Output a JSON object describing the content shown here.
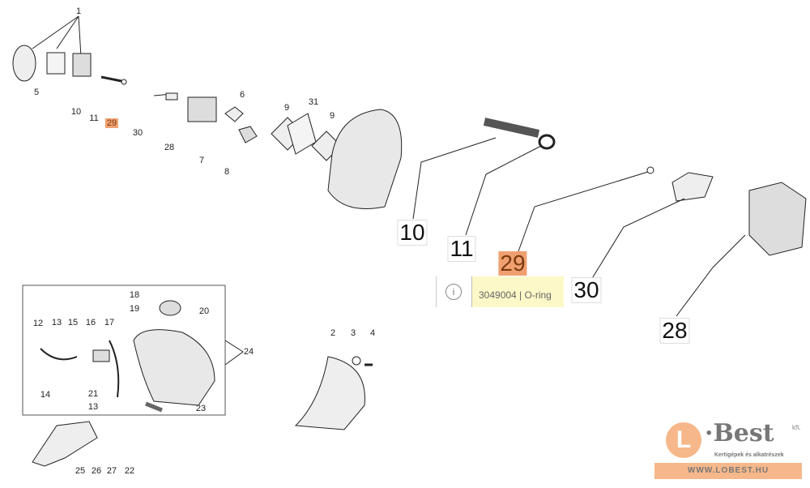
{
  "small_callouts": [
    "1",
    "5",
    "10",
    "11",
    "29",
    "30",
    "28",
    "6",
    "7",
    "8",
    "9",
    "31",
    "9"
  ],
  "large_callouts": [
    "10",
    "11",
    "29",
    "30",
    "28"
  ],
  "fuel_callouts": [
    "18",
    "19",
    "20",
    "13",
    "12",
    "15",
    "16",
    "17",
    "24",
    "14",
    "21",
    "13",
    "23"
  ],
  "bottom_callouts": [
    "25",
    "26",
    "27",
    "22",
    "2",
    "3",
    "4"
  ],
  "tooltip": {
    "icon": "info-icon",
    "text": "3049004 | O-ring"
  },
  "highlight_color": "#f0a070",
  "logo": {
    "letter": "L",
    "name": "Best",
    "suffix": "kft.",
    "tagline": "Kertigépek és alkatrészek",
    "url": "WWW.LOBEST.HU"
  }
}
